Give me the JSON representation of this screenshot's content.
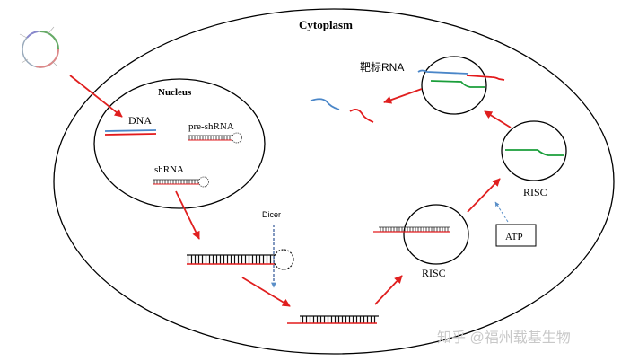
{
  "labels": {
    "cytoplasm": "Cytoplasm",
    "nucleus": "Nucleus",
    "dna": "DNA",
    "pre_shrna": "pre-shRNA",
    "shrna": "shRNA",
    "dicer": "Dicer",
    "risc_lower": "RISC",
    "risc_upper": "RISC",
    "atp": "ATP",
    "target_rna": "靶标RNA",
    "watermark": "知乎 @福州载基生物"
  },
  "colors": {
    "arrow": "#e01f1f",
    "outline": "#000000",
    "sense_strand": "#e31a1c",
    "antisense_strand": "#4a86c8",
    "guide_strand": "#1a9e3a",
    "dicer_line": "#2f5597",
    "atp_arrow": "#5a8fc8",
    "watermark": "#c8c8c8"
  }
}
